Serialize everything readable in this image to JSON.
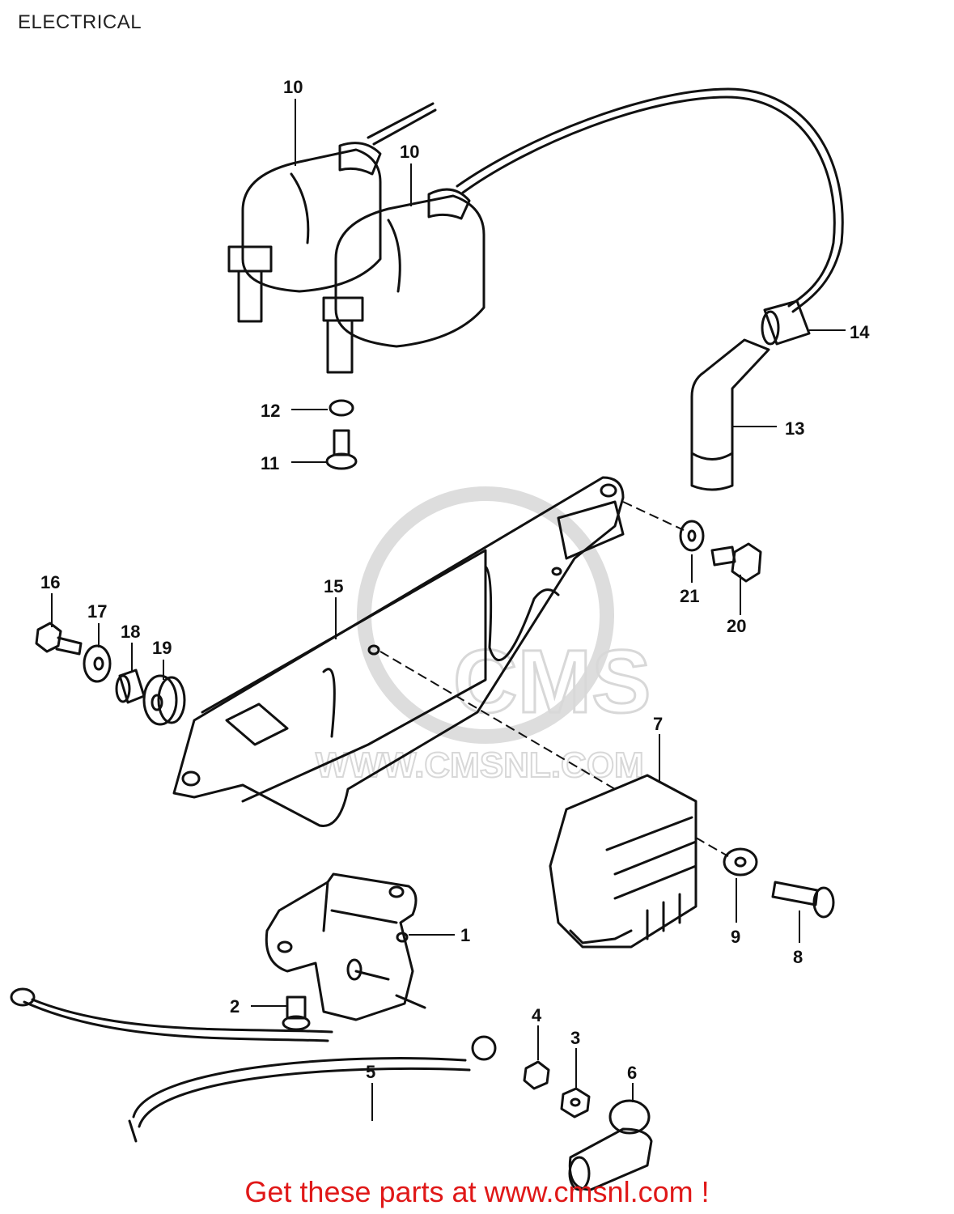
{
  "title": "ELECTRICAL",
  "footer": "Get these parts at www.cmsnl.com !",
  "watermark": {
    "brand": "CMS",
    "url": "WWW.CMSNL.COM"
  },
  "part_labels": {
    "p1": "1",
    "p2": "2",
    "p3": "3",
    "p4": "4",
    "p5": "5",
    "p6": "6",
    "p7": "7",
    "p8": "8",
    "p9": "9",
    "p10a": "10",
    "p10b": "10",
    "p11": "11",
    "p12": "12",
    "p13": "13",
    "p14": "14",
    "p15": "15",
    "p16": "16",
    "p17": "17",
    "p18": "18",
    "p19": "19",
    "p20": "20",
    "p21": "21"
  },
  "colors": {
    "line": "#111111",
    "footer": "#e01818",
    "watermark": "#d8d8d8"
  }
}
